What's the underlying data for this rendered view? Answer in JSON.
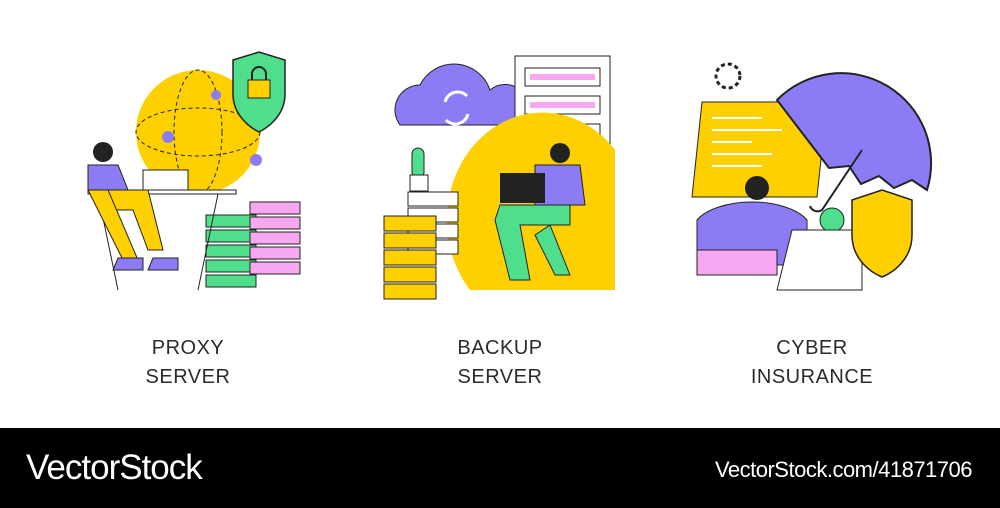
{
  "panels": [
    {
      "title_line1": "PROXY",
      "title_line2": "SERVER",
      "icon": "proxy-server-illustration"
    },
    {
      "title_line1": "BACKUP",
      "title_line2": "SERVER",
      "icon": "backup-server-illustration"
    },
    {
      "title_line1": "CYBER",
      "title_line2": "INSURANCE",
      "icon": "cyber-insurance-illustration"
    }
  ],
  "footer": {
    "brand": "VectorStock",
    "url": "VectorStock.com/41871706"
  },
  "colors": {
    "yellow": "#ffd000",
    "purple": "#8b7cf6",
    "green": "#4ede8c",
    "pink": "#f8a8f0",
    "footer": "#000000"
  }
}
